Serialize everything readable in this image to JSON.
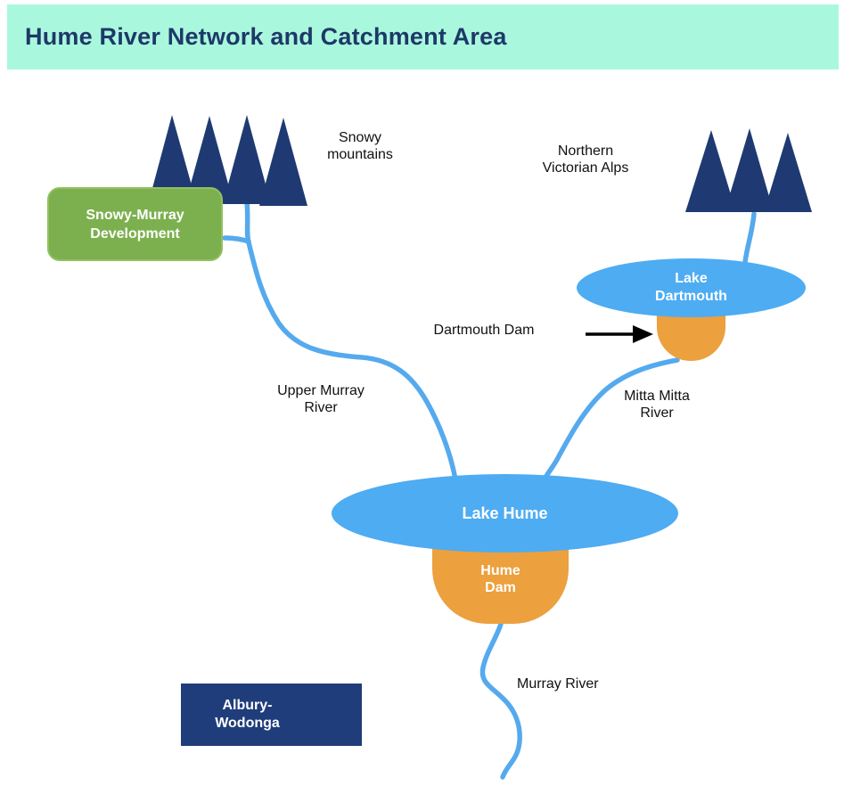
{
  "header": {
    "title": "Hume River Network and Catchment Area"
  },
  "diagram": {
    "snowy_mountains_label": "Snowy\nmountains",
    "northern_victorian_alps_label": "Northern\nVictorian Alps",
    "snowy_murray_development": "Snowy-Murray\nDevelopment",
    "lake_dartmouth": "Lake\nDartmouth",
    "dartmouth_dam_label": "Dartmouth Dam",
    "mitta_mitta_river_label": "Mitta Mitta\nRiver",
    "upper_murray_river_label": "Upper Murray\nRiver",
    "lake_hume": "Lake Hume",
    "hume_dam": "Hume\nDam",
    "murray_river_label": "Murray River",
    "albury_wodonga": "Albury-\nWodonga"
  },
  "colors": {
    "banner_background": "#A9F8DD",
    "title_text": "#1E3868",
    "mountain_navy": "#1F3A72",
    "city_box_navy": "#1F3D7A",
    "lake_blue": "#4EACF2",
    "river_blue": "#55AAEE",
    "dam_orange": "#ECA03E",
    "development_green": "#7CB04E",
    "arrow_black": "#000000",
    "label_text": "#111111"
  }
}
